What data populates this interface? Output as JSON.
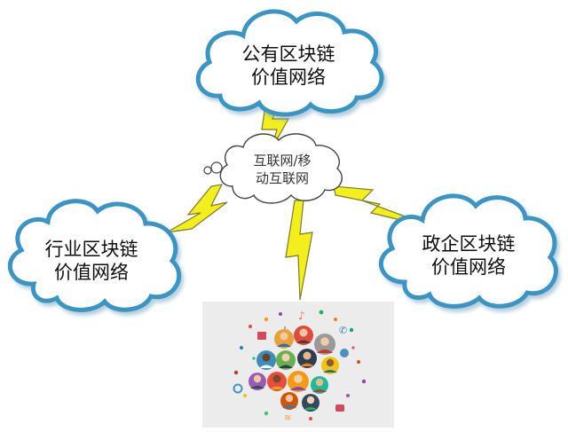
{
  "clouds": {
    "public": {
      "line1": "公有区块链",
      "line2": "价值网络"
    },
    "industry": {
      "line1": "行业区块链",
      "line2": "价值网络"
    },
    "government": {
      "line1": "政企区块链",
      "line2": "价值网络"
    },
    "internet": {
      "line1": "互联网/移",
      "line2": "动互联网"
    }
  },
  "colors": {
    "cloud_stroke": "#3a95c4",
    "lightning_fill": "#f2ef1c",
    "lightning_stroke": "#7a7a30",
    "small_cloud_stroke": "#444444",
    "photo_bg": "#ececec"
  },
  "image": {
    "subject": "people-network-icon"
  }
}
